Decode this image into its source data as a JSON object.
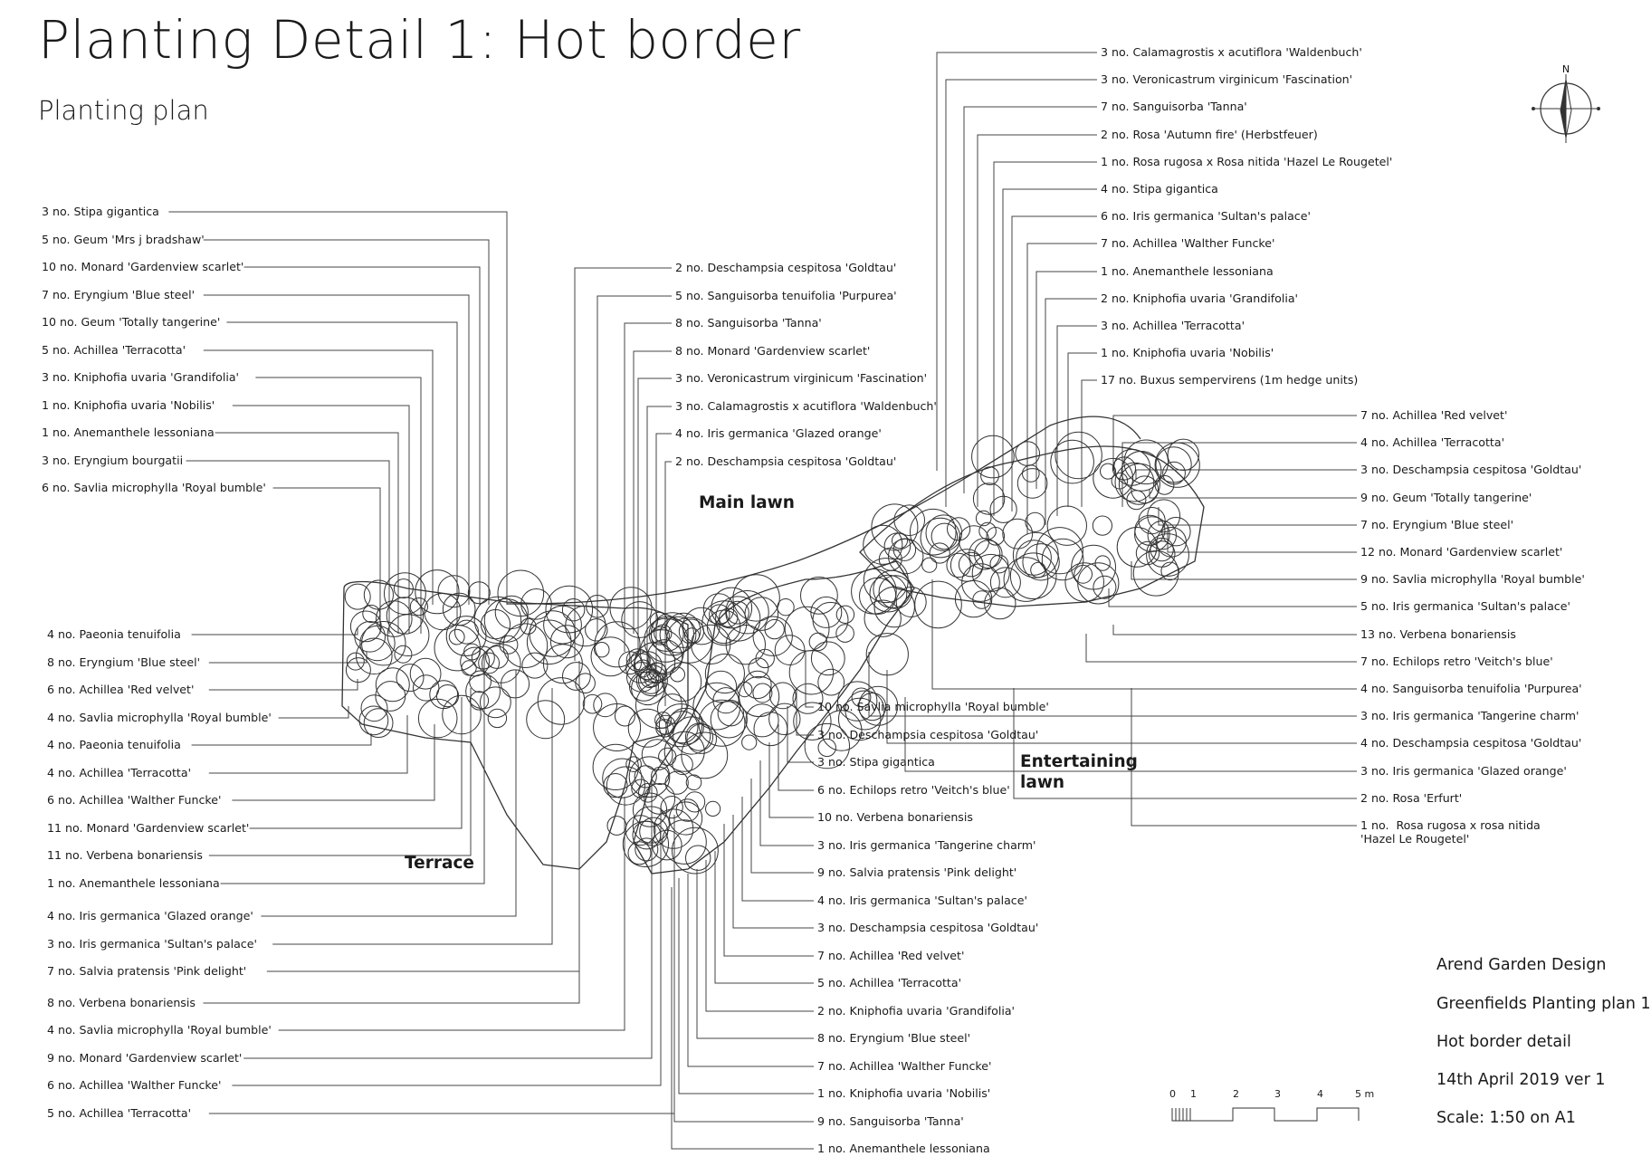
{
  "title": "Planting Detail 1: Hot border",
  "subtitle": "Planting plan",
  "north_label": "N",
  "areas": {
    "main_lawn": "Main lawn",
    "entertaining_lawn": "Entertaining\nlawn",
    "terrace": "Terrace"
  },
  "labels_left_top": [
    "3 no. Stipa gigantica",
    "5 no. Geum 'Mrs j bradshaw'",
    "10 no. Monard 'Gardenview scarlet'",
    "7 no. Eryngium 'Blue steel'",
    "10 no. Geum 'Totally tangerine'",
    "5 no. Achillea 'Terracotta'",
    "3 no. Kniphofia uvaria 'Grandifolia'",
    "1 no. Kniphofia uvaria 'Nobilis'",
    "1  no. Anemanthele lessoniana",
    "3 no. Eryngium bourgatii",
    "6 no. Savlia microphylla 'Royal bumble'"
  ],
  "labels_left_bottom": [
    "4 no. Paeonia tenuifolia",
    "8 no. Eryngium 'Blue steel'",
    "6 no. Achillea 'Red velvet'",
    "4 no. Savlia microphylla 'Royal bumble'",
    "4 no. Paeonia tenuifolia",
    "4 no. Achillea 'Terracotta'",
    "6 no. Achillea 'Walther Funcke'",
    "11 no. Monard 'Gardenview scarlet'",
    "11  no. Verbena bonariensis",
    "1  no. Anemanthele lessoniana",
    "4 no. Iris germanica 'Glazed orange'",
    "3 no. Iris germanica 'Sultan's palace'",
    "7 no. Salvia pratensis 'Pink delight'",
    "8  no. Verbena bonariensis",
    "4 no. Savlia microphylla 'Royal bumble'",
    "9 no. Monard 'Gardenview scarlet'",
    "6 no. Achillea 'Walther Funcke'",
    "5 no. Achillea 'Terracotta'"
  ],
  "labels_center_top": [
    "2 no. Deschampsia cespitosa 'Goldtau'",
    "5 no. Sanguisorba tenuifolia 'Purpurea'",
    "8 no. Sanguisorba 'Tanna'",
    "8 no. Monard 'Gardenview scarlet'",
    "3 no. Veronicastrum virginicum 'Fascination'",
    "3 no. Calamagrostis x acutiflora 'Waldenbuch'",
    "4 no. Iris germanica 'Glazed orange'",
    "2 no. Deschampsia cespitosa 'Goldtau'"
  ],
  "labels_center_bottom": [
    "10 no. Savlia microphylla 'Royal bumble'",
    "3 no. Deschampsia cespitosa 'Goldtau'",
    "3 no. Stipa gigantica",
    "6  no. Echilops retro 'Veitch's blue'",
    "10  no. Verbena bonariensis",
    "3 no. Iris germanica 'Tangerine charm'",
    "9 no. Salvia pratensis 'Pink delight'",
    "4 no. Iris germanica 'Sultan's palace'",
    "3 no. Deschampsia cespitosa 'Goldtau'",
    "7 no. Achillea 'Red velvet'",
    "5 no. Achillea 'Terracotta'",
    "2  no. Kniphofia uvaria 'Grandifolia'",
    "8 no. Eryngium 'Blue steel'",
    "7 no. Achillea 'Walther Funcke'",
    "1 no. Kniphofia uvaria 'Nobilis'",
    "9 no. Sanguisorba 'Tanna'",
    "1  no. Anemanthele lessoniana"
  ],
  "labels_right_top": [
    "3 no. Calamagrostis x acutiflora 'Waldenbuch'",
    "3 no. Veronicastrum virginicum 'Fascination'",
    "7 no. Sanguisorba 'Tanna'",
    "2 no. Rosa 'Autumn fire' (Herbstfeuer)",
    "1 no.  Rosa rugosa x Rosa nitida 'Hazel Le Rougetel'",
    "4 no. Stipa gigantica",
    "6 no. Iris germanica 'Sultan's palace'",
    "7 no. Achillea 'Walther Funcke'",
    "1  no. Anemanthele lessoniana",
    "2  no. Kniphofia uvaria 'Grandifolia'",
    "3 no. Achillea 'Terracotta'",
    "1 no. Kniphofia uvaria 'Nobilis'",
    "17 no. Buxus sempervirens  (1m hedge units)"
  ],
  "labels_right_bottom": [
    "7 no. Achillea 'Red velvet'",
    "4 no. Achillea 'Terracotta'",
    "3 no. Deschampsia cespitosa 'Goldtau'",
    "9 no. Geum 'Totally tangerine'",
    "7 no. Eryngium 'Blue steel'",
    "12 no. Monard 'Gardenview scarlet'",
    "9 no. Savlia microphylla 'Royal bumble'",
    "5 no. Iris germanica 'Sultan's palace'",
    "13 no. Verbena bonariensis",
    "7  no. Echilops retro 'Veitch's blue'",
    "4 no. Sanguisorba tenuifolia 'Purpurea'",
    "3 no. Iris germanica 'Tangerine charm'",
    "4 no. Deschampsia cespitosa 'Goldtau'",
    "3 no. Iris germanica 'Glazed orange'",
    "2 no. Rosa 'Erfurt'",
    "1 no.  Rosa rugosa x rosa nitida\n'Hazel Le Rougetel'"
  ],
  "title_block": {
    "designer": "Arend Garden Design",
    "project": "Greenfields Planting plan 1",
    "drawing": "Hot border detail",
    "date": "14th April 2019 ver 1",
    "scale": "Scale: 1:50 on A1"
  },
  "scale_bar_labels": [
    "0",
    "1",
    "2",
    "3",
    "4",
    "5 m"
  ]
}
